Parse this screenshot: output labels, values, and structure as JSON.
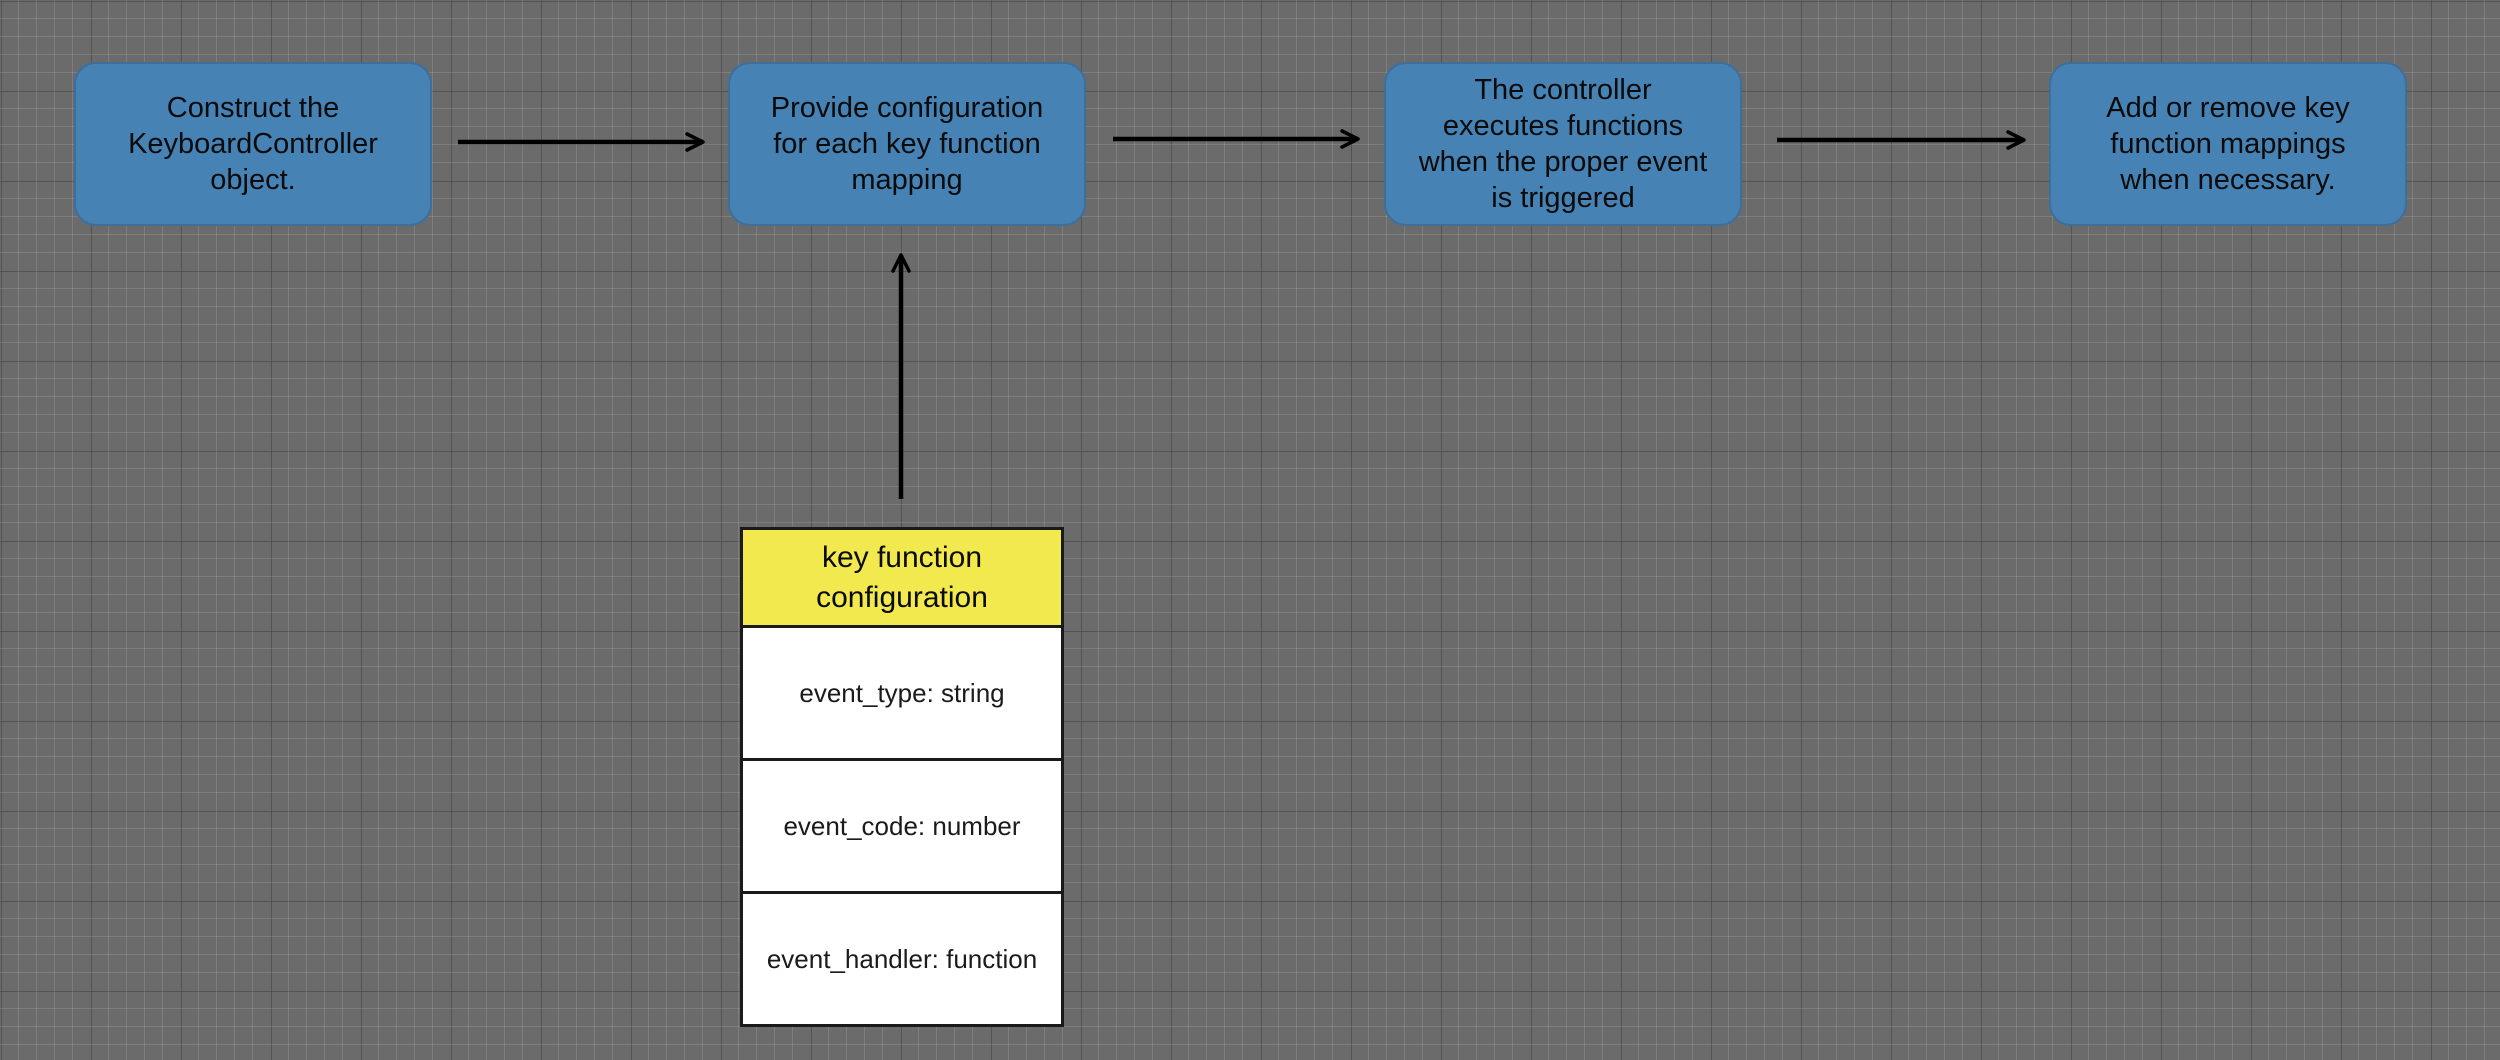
{
  "diagram": {
    "nodes": [
      {
        "id": "construct",
        "text": "Construct the\nKeyboardController\nobject."
      },
      {
        "id": "provide-config",
        "text": "Provide configuration\nfor each key function\nmapping"
      },
      {
        "id": "execute",
        "text": "The controller\nexecutes functions\nwhen the proper event\nis triggered"
      },
      {
        "id": "add-remove",
        "text": "Add or remove key\nfunction mappings\nwhen necessary."
      }
    ],
    "edges": [
      {
        "from": "construct",
        "to": "provide-config"
      },
      {
        "from": "provide-config",
        "to": "execute"
      },
      {
        "from": "execute",
        "to": "add-remove"
      },
      {
        "from": "key-function-configuration",
        "to": "provide-config"
      }
    ],
    "config_table": {
      "id": "key-function-configuration",
      "header": "key function\nconfiguration",
      "fields": [
        "event_type: string",
        "event_code: number",
        "event_handler: function"
      ]
    }
  },
  "colors": {
    "canvas": "#6b6b6b",
    "node_fill": "#4682b4",
    "table_header": "#f2e94e",
    "arrow": "#000000"
  }
}
